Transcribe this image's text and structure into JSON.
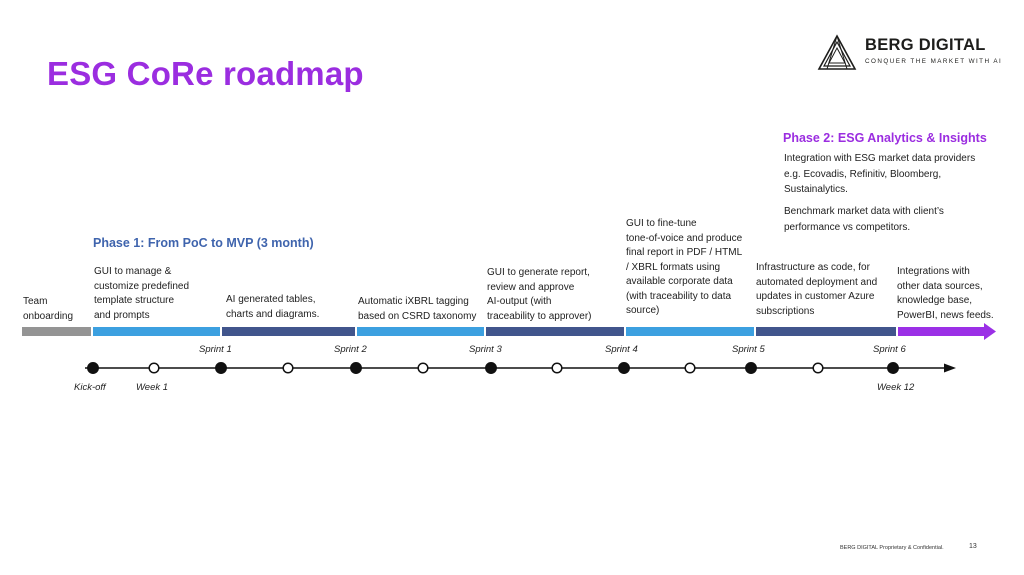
{
  "title": "ESG CoRe roadmap",
  "logo": {
    "name": "BERG DIGITAL",
    "tagline": "CONQUER THE MARKET WITH AI"
  },
  "phase1": {
    "label": "Phase 1: From PoC to MVP (3 month)"
  },
  "phase2": {
    "label": "Phase 2: ESG Analytics & Insights",
    "text1": "Integration with ESG market data providers\ne.g. Ecovadis, Refinitiv, Bloomberg,\nSustainalytics.",
    "text2": "Benchmark market data with client’s\nperformance vs competitors."
  },
  "steps": [
    {
      "text": "Team\nonboarding",
      "color": "#949494"
    },
    {
      "text": "GUI to manage &\ncustomize predefined\ntemplate structure\nand prompts",
      "color": "#3ca0e0"
    },
    {
      "text": "AI generated tables,\ncharts and diagrams.",
      "color": "#41558c"
    },
    {
      "text": "Automatic iXBRL tagging\nbased on CSRD taxonomy",
      "color": "#3ca0e0"
    },
    {
      "text": "GUI to generate report,\nreview and approve\nAI-output (with\ntraceability to approver)",
      "color": "#41558c"
    },
    {
      "text": "GUI to fine-tune\ntone-of-voice and produce\nfinal report in PDF / HTML\n/ XBRL formats using\navailable corporate data\n(with traceability to data\nsource)",
      "color": "#3ca0e0"
    },
    {
      "text": "Infrastructure as code, for\nautomated deployment and\nupdates in customer Azure\nsubscriptions",
      "color": "#41558c"
    },
    {
      "text": "Integrations with\nother data sources,\nknowledge base,\nPowerBI, news feeds.",
      "color": "#9b30e6"
    }
  ],
  "sprints": [
    "Sprint 1",
    "Sprint 2",
    "Sprint 3",
    "Sprint 4",
    "Sprint 5",
    "Sprint 6"
  ],
  "timeline": {
    "kickoff": "Kick-off",
    "week1": "Week 1",
    "week12": "Week 12",
    "points": [
      "filled",
      "open",
      "filled",
      "open",
      "filled",
      "open",
      "filled",
      "open",
      "filled",
      "open",
      "filled",
      "open",
      "filled"
    ]
  },
  "footer": "BERG DIGITAL Proprietary & Confidential.",
  "page_number": "13"
}
